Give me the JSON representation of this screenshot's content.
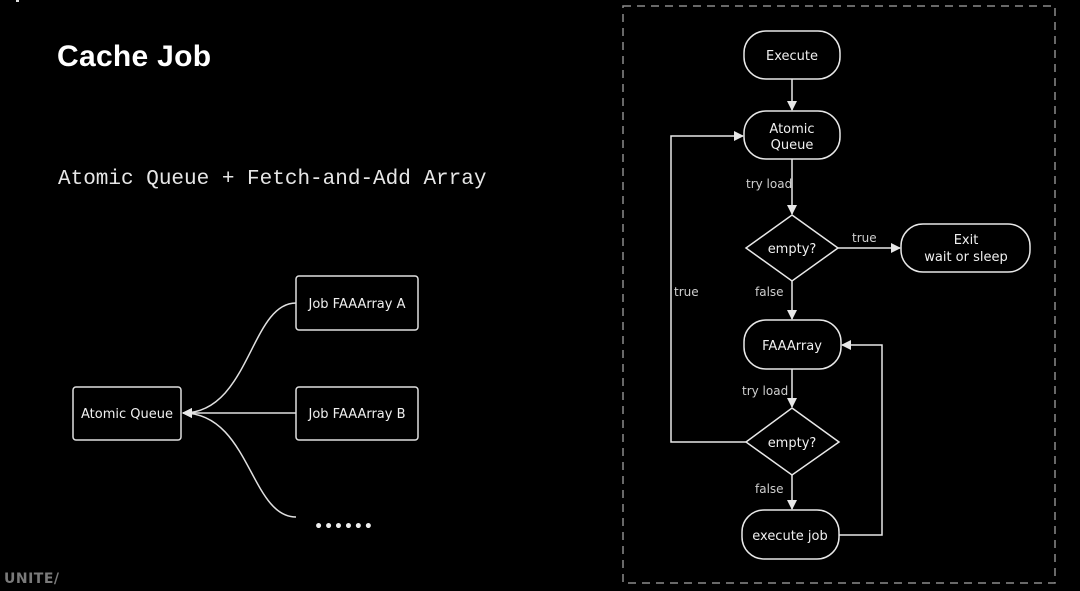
{
  "slide": {
    "title": "Cache Job",
    "subtitle": "Atomic Queue + Fetch-and-Add Array",
    "brand": "UNITE/"
  },
  "left_diagram": {
    "root": "Atomic Queue",
    "children": [
      "Job FAAArray A",
      "Job FAAArray B"
    ],
    "more": "••••••"
  },
  "flowchart": {
    "nodes": {
      "execute": "Execute",
      "atomic_queue_line1": "Atomic",
      "atomic_queue_line2": "Queue",
      "empty1": "empty?",
      "exit_line1": "Exit",
      "exit_line2": "wait or sleep",
      "faaarray": "FAAArray",
      "empty2": "empty?",
      "execute_job": "execute job"
    },
    "edge_labels": {
      "try_load_1": "try load",
      "true_exit": "true",
      "false_1": "false",
      "true_loop": "true",
      "try_load_2": "try load",
      "false_2": "false"
    },
    "colors": {
      "stroke": "#e8e8e8",
      "border_dashed": "#8a8a8a",
      "background": "#000000"
    }
  }
}
